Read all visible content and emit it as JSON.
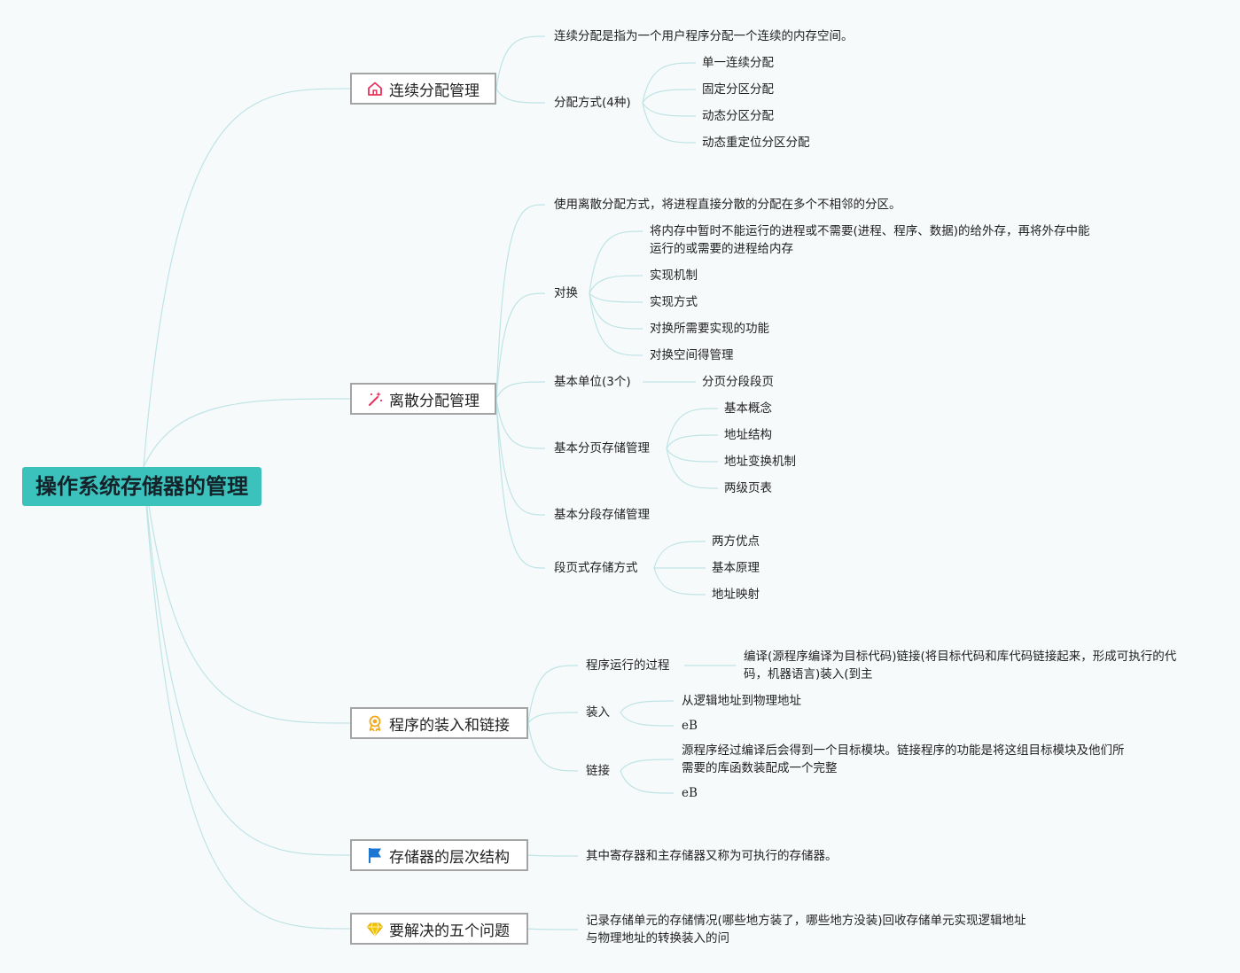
{
  "root": {
    "label": "操作系统存储器的管理"
  },
  "colors": {
    "root_bg": "#3cc2bd",
    "link": "#bfe4e6",
    "branch_border": "#a4a4a4",
    "home_icon": "#e8325c",
    "wand_icon": "#e8325c",
    "badge_icon": "#f2a818",
    "flag_icon": "#1c76d2",
    "gem_icon": "#f5c400"
  },
  "branches": {
    "contiguous": {
      "label": "连续分配管理",
      "icon": "home-icon",
      "definition": "连续分配是指为一个用户程序分配一个连续的内存空间。",
      "methods": {
        "label": "分配方式(4种)",
        "items": [
          "单一连续分配",
          "固定分区分配",
          "动态分区分配",
          "动态重定位分区分配"
        ]
      }
    },
    "discrete": {
      "label": "离散分配管理",
      "icon": "magic-wand-icon",
      "definition": "使用离散分配方式，将进程直接分散的分配在多个不相邻的分区。",
      "swap": {
        "label": "对换",
        "items": [
          "将内存中暂时不能运行的进程或不需要(进程、程序、数据)的给外存，再将外存中能运行的或需要的进程给内存",
          "实现机制",
          "实现方式",
          "对换所需要实现的功能",
          "对换空间得管理"
        ]
      },
      "units": {
        "label": "基本单位(3个)",
        "item": "分页分段段页"
      },
      "paging": {
        "label": "基本分页存储管理",
        "items": [
          "基本概念",
          "地址结构",
          "地址变换机制",
          "两级页表"
        ]
      },
      "segmentation": {
        "label": "基本分段存储管理"
      },
      "segpaging": {
        "label": "段页式存储方式",
        "items": [
          "两方优点",
          "基本原理",
          "地址映射"
        ]
      }
    },
    "loading": {
      "label": "程序的装入和链接",
      "icon": "badge-icon",
      "process": {
        "label": "程序运行的过程",
        "detail": "编译(源程序编译为目标代码)链接(将目标代码和库代码链接起来，形成可执行的代码，机器语言)装入(到主"
      },
      "load": {
        "label": "装入",
        "items": [
          "从逻辑地址到物理地址",
          "eB"
        ]
      },
      "link": {
        "label": "链接",
        "items": [
          "源程序经过编译后会得到一个目标模块。链接程序的功能是将这组目标模块及他们所需要的库函数装配成一个完整",
          "eB"
        ]
      }
    },
    "hierarchy": {
      "label": "存储器的层次结构",
      "icon": "flag-icon",
      "detail": "其中寄存器和主存储器又称为可执行的存储器。"
    },
    "problems": {
      "label": "要解决的五个问题",
      "icon": "gem-icon",
      "detail": "记录存储单元的存储情况(哪些地方装了，哪些地方没装)回收存储单元实现逻辑地址与物理地址的转换装入的问"
    }
  }
}
